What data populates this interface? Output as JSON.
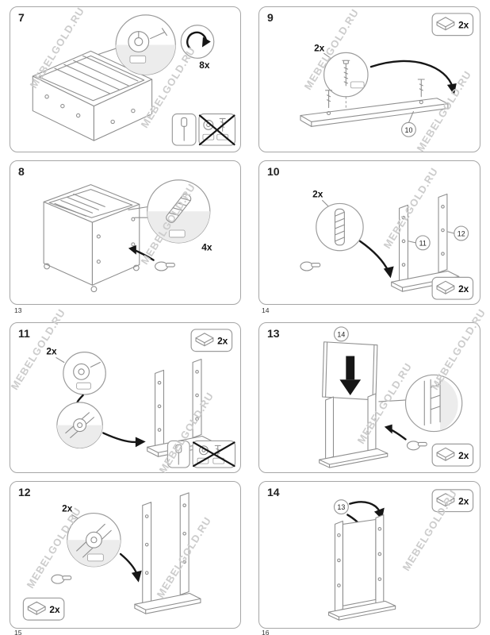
{
  "watermark": "MEBELGOLD.RU",
  "page_numbers": {
    "mid_left": "13",
    "mid_right": "14",
    "bottom_left": "15",
    "bottom_right": "16"
  },
  "panels": {
    "p7": {
      "step": "7",
      "fastener_count": "8x"
    },
    "p8": {
      "step": "8",
      "fastener_count": "4x"
    },
    "p9": {
      "step": "9",
      "screw_count": "2x",
      "hardware_count": "2x",
      "part_label": "10"
    },
    "p10": {
      "step": "10",
      "dowel_count": "2x",
      "hardware_count": "2x",
      "part_left": "11",
      "part_right": "12"
    },
    "p11": {
      "step": "11",
      "cam_count": "2x",
      "hardware_count": "2x"
    },
    "p12": {
      "step": "12",
      "cam_count": "2x",
      "hardware_count": "2x"
    },
    "p13": {
      "step": "13",
      "part_label": "14",
      "hardware_count": "2x"
    },
    "p14": {
      "step": "14",
      "part_label": "13",
      "hardware_count": "2x"
    }
  }
}
